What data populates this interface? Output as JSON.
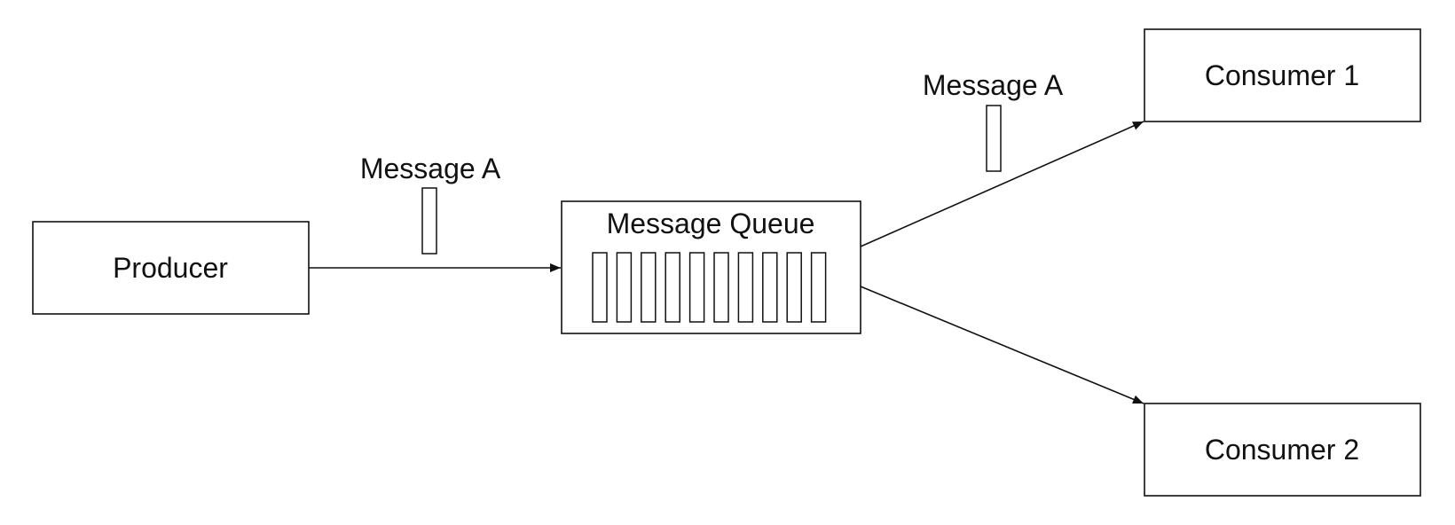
{
  "diagram": {
    "nodes": {
      "producer": {
        "label": "Producer"
      },
      "queue": {
        "label": "Message Queue",
        "slot_count": 10
      },
      "consumer1": {
        "label": "Consumer 1"
      },
      "consumer2": {
        "label": "Consumer 2"
      }
    },
    "messages": {
      "to_queue": {
        "label": "Message A"
      },
      "to_consumer1": {
        "label": "Message A"
      }
    },
    "edges": [
      {
        "from": "producer",
        "to": "queue"
      },
      {
        "from": "queue",
        "to": "consumer1"
      },
      {
        "from": "queue",
        "to": "consumer2"
      }
    ]
  }
}
